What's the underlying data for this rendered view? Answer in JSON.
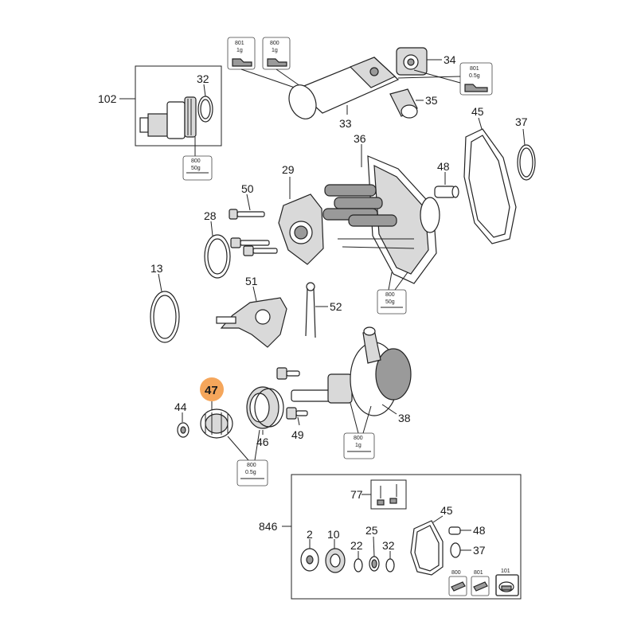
{
  "highlight_color": "#f5a65b",
  "callouts": {
    "c102": "102",
    "c32a": "32",
    "c34": "34",
    "c35": "35",
    "c33": "33",
    "c45a": "45",
    "c37a": "37",
    "c36": "36",
    "c48a": "48",
    "c29": "29",
    "c50": "50",
    "c28": "28",
    "c13": "13",
    "c51": "51",
    "c52": "52",
    "c47": "47",
    "c44": "44",
    "c46": "46",
    "c49": "49",
    "c38": "38",
    "c846": "846",
    "c77": "77",
    "c45b": "45",
    "c48b": "48",
    "c37b": "37",
    "c2": "2",
    "c10": "10",
    "c25": "25",
    "c22": "22",
    "c32b": "32"
  },
  "lube": {
    "top_a": {
      "code": "801",
      "amount": "1g"
    },
    "top_b": {
      "code": "800",
      "amount": "1g"
    },
    "right": {
      "code": "801",
      "amount": "0.5g"
    },
    "left": {
      "code": "800",
      "amount": "50g"
    },
    "center": {
      "code": "800",
      "amount": "50g"
    },
    "gear": {
      "code": "800",
      "amount": "1g"
    },
    "bottom": {
      "code": "800",
      "amount": "0.5g"
    },
    "kit_a": {
      "code": "800"
    },
    "kit_b": {
      "code": "801"
    },
    "kit_c": {
      "code": "101"
    }
  }
}
